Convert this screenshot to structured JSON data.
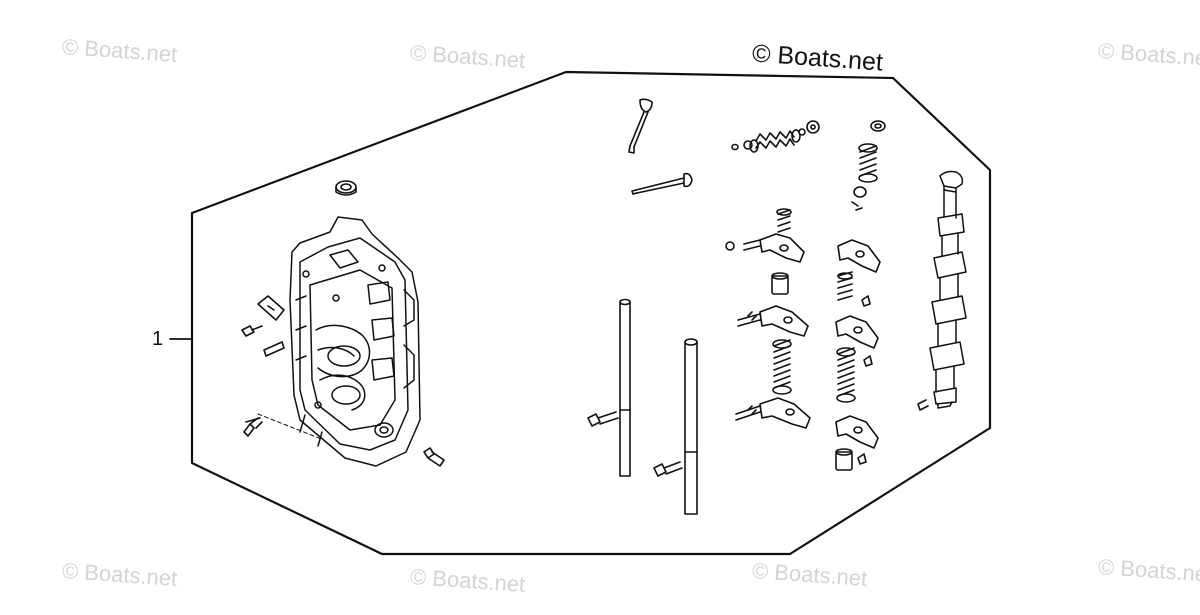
{
  "watermarks": {
    "main": "© Boats.net",
    "faint": "© Boats.net"
  },
  "callouts": {
    "item_1": "1"
  },
  "colors": {
    "line": "#111111",
    "watermark": "#d4d4d4",
    "background": "#ffffff"
  }
}
